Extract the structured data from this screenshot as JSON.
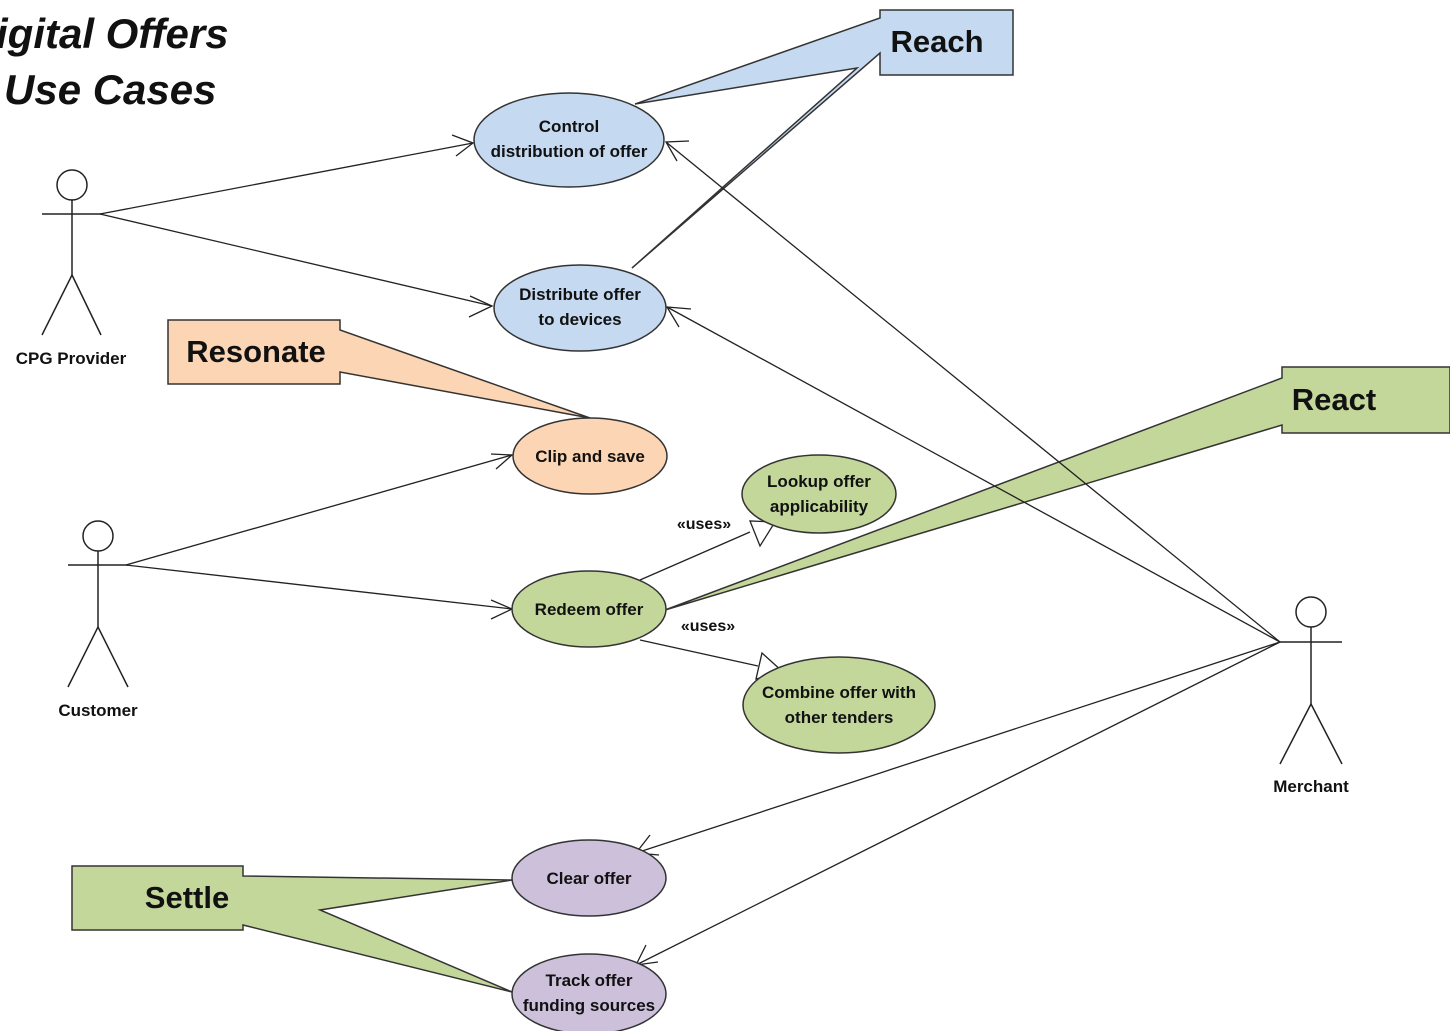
{
  "title": {
    "line1": "igital Offers",
    "line2": "Use Cases"
  },
  "colors": {
    "blue": "#c5d9f1",
    "orange": "#fcd5b4",
    "green": "#c4d79b",
    "purple": "#ccc0da",
    "stroke": "#333333"
  },
  "actors": {
    "cpg": {
      "label": "CPG Provider"
    },
    "customer": {
      "label": "Customer"
    },
    "merchant": {
      "label": "Merchant"
    }
  },
  "use_cases": {
    "control": {
      "lines": [
        "Control",
        "distribution of offer"
      ]
    },
    "distribute": {
      "lines": [
        "Distribute offer",
        "to devices"
      ]
    },
    "clip": {
      "lines": [
        "Clip and save"
      ]
    },
    "lookup": {
      "lines": [
        "Lookup offer",
        "applicability"
      ]
    },
    "redeem": {
      "lines": [
        "Redeem offer"
      ]
    },
    "combine": {
      "lines": [
        "Combine offer with",
        "other tenders"
      ]
    },
    "clear": {
      "lines": [
        "Clear offer"
      ]
    },
    "track": {
      "lines": [
        "Track offer",
        "funding sources"
      ]
    }
  },
  "callouts": {
    "reach": "Reach",
    "resonate": "Resonate",
    "react": "React",
    "settle": "Settle"
  },
  "uses_label": "«uses»"
}
